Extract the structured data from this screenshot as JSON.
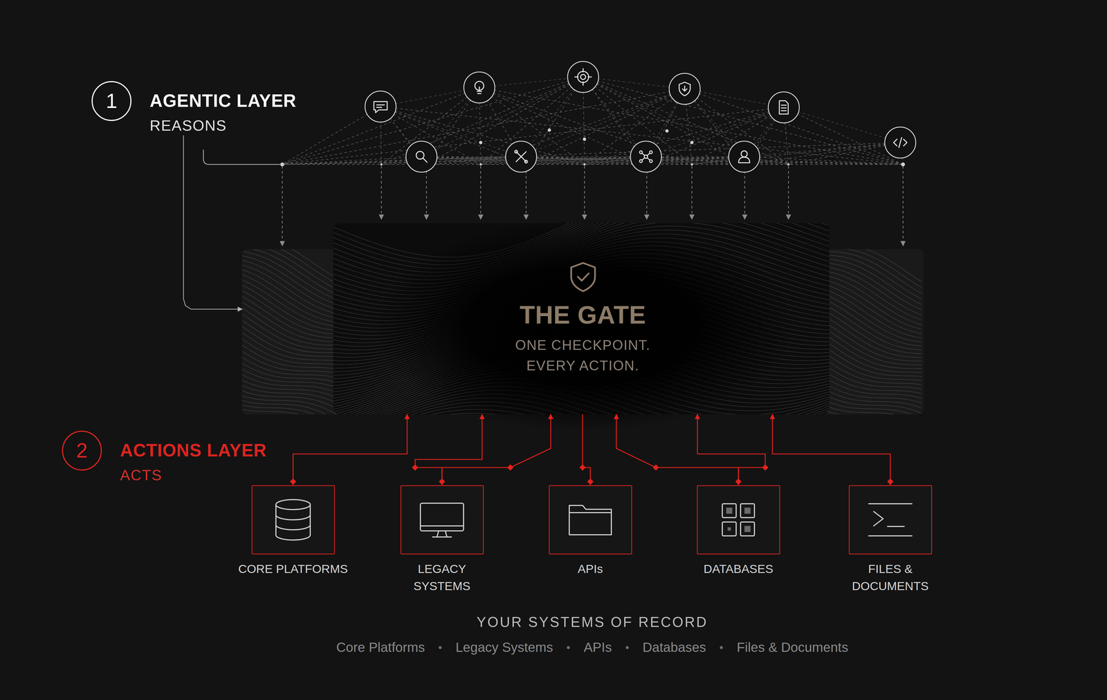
{
  "diagram": {
    "nodes": [
      {
        "text": [
          "1",
          "AGENTIC LAYER",
          "REASONS"
        ]
      },
      {
        "text": [
          "THE GATE",
          "ONE CHECKPOINT. EVERY ACTION."
        ]
      },
      {
        "text": [
          "2",
          "ACTIONS LAYER",
          "ACTS"
        ]
      },
      {
        "text": [
          "CORE PLATFORMS"
        ]
      },
      {
        "text": [
          "LEGACY SYSTEMS"
        ]
      },
      {
        "text": [
          "APIs"
        ]
      },
      {
        "text": [
          "DATABASES"
        ]
      },
      {
        "text": [
          "FILES & DOCUMENTS"
        ]
      }
    ],
    "edges": [
      {
        "from": 0,
        "to": 1,
        "arrow": "to"
      },
      {
        "from": 3,
        "to": 1,
        "arrow": "to"
      },
      {
        "from": 4,
        "to": 1,
        "arrow": "to"
      },
      {
        "from": 4,
        "to": 1,
        "arrow": "to"
      },
      {
        "from": 5,
        "to": 1,
        "arrow": "none"
      },
      {
        "from": 6,
        "to": 1,
        "arrow": "to"
      },
      {
        "from": 6,
        "to": 1,
        "arrow": "to"
      },
      {
        "from": 7,
        "to": 1,
        "arrow": "to"
      }
    ],
    "labels": [
      "YOUR SYSTEMS OF RECORD",
      "Core Platforms",
      "Legacy Systems",
      "APIs",
      "Databases",
      "Files & Documents"
    ]
  }
}
